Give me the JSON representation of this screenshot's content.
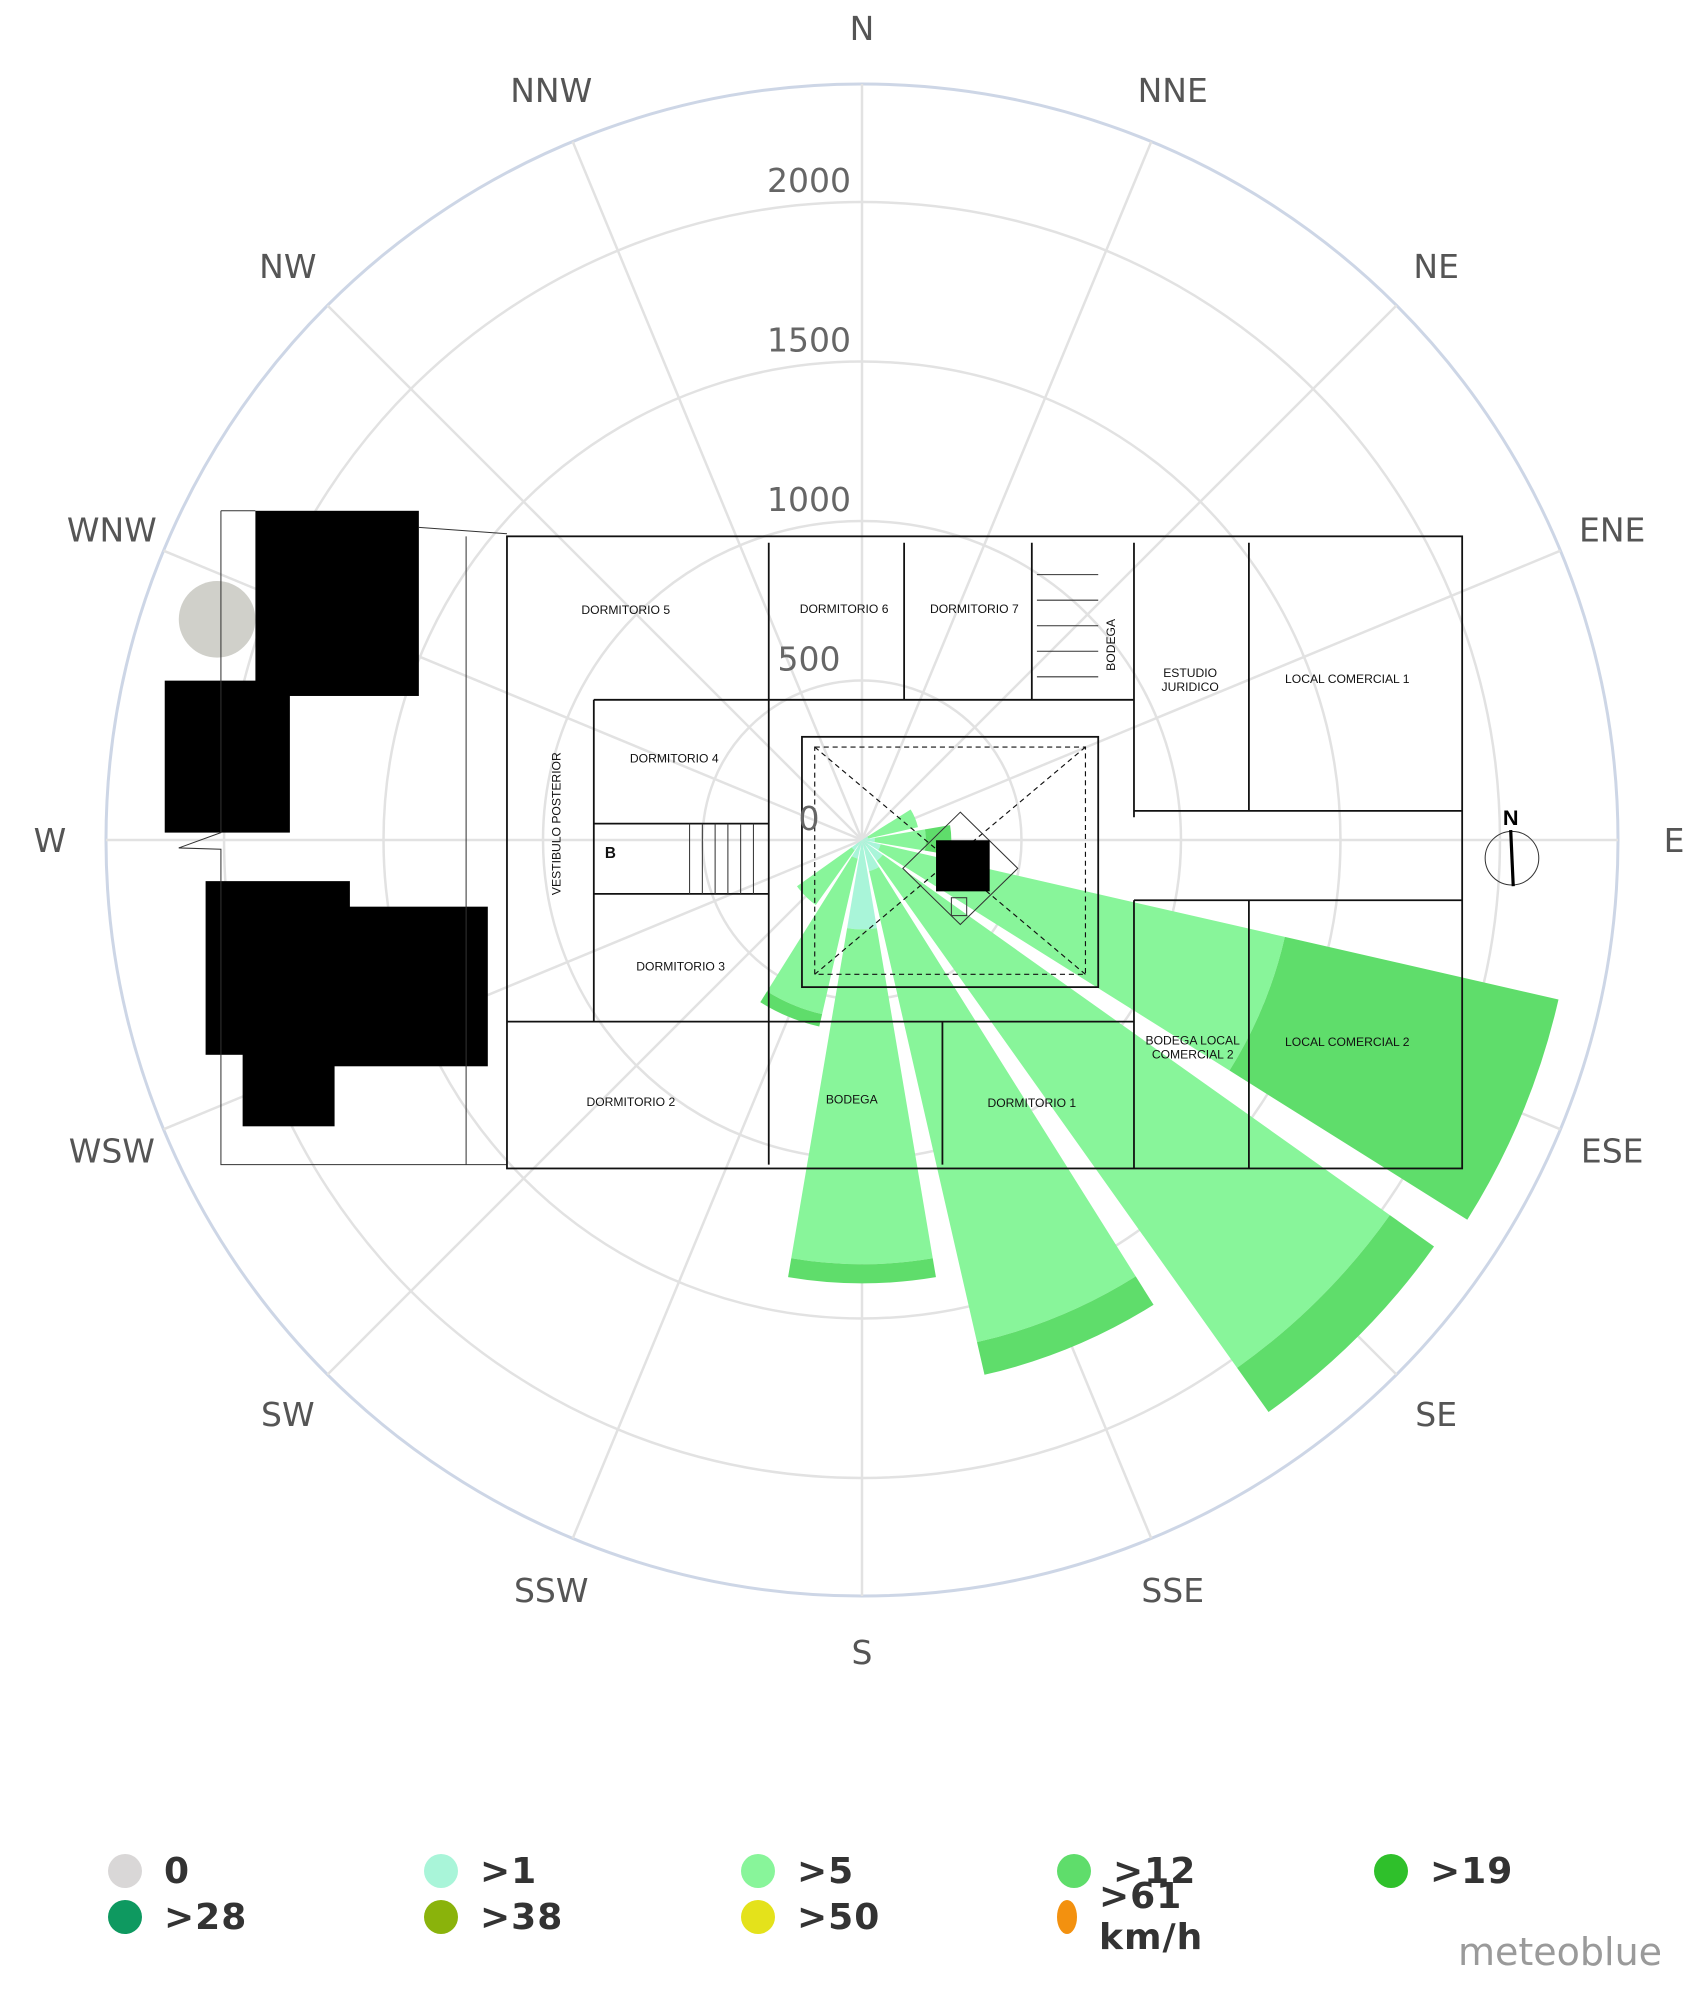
{
  "chart_data": {
    "type": "wind-rose",
    "title": "",
    "directions": [
      "N",
      "NNE",
      "NE",
      "ENE",
      "E",
      "ESE",
      "SE",
      "SSE",
      "S",
      "SSW",
      "SW",
      "WSW",
      "W",
      "WNW",
      "NW",
      "NNW"
    ],
    "radial_ticks": [
      "0",
      "500",
      "1000",
      "1500",
      "2000"
    ],
    "radial_range": [
      0,
      2370
    ],
    "grid": true,
    "unit": "km/h",
    "speed_classes": [
      {
        "label": "0",
        "color": "#d9d7d7"
      },
      {
        "label": ">1",
        "color": "#a9f5d9"
      },
      {
        "label": ">5",
        "color": "#88f59a"
      },
      {
        "label": ">12",
        "color": "#5fdd6b"
      },
      {
        "label": ">19",
        "color": "#2fc02b"
      },
      {
        "label": ">28",
        "color": "#0e9960"
      },
      {
        "label": ">38",
        "color": "#8ab30b"
      },
      {
        "label": ">50",
        "color": "#e4e21b"
      },
      {
        "label": ">61 km/h",
        "color": "#f3910f"
      }
    ],
    "series": [
      {
        "direction": "N",
        "cumulative": [
          0,
          0,
          0
        ]
      },
      {
        "direction": "NNE",
        "cumulative": [
          0,
          0,
          0
        ]
      },
      {
        "direction": "NE",
        "cumulative": [
          0,
          0,
          0
        ]
      },
      {
        "direction": "ENE",
        "cumulative": [
          20,
          180,
          180
        ]
      },
      {
        "direction": "E",
        "cumulative": [
          40,
          200,
          280
        ]
      },
      {
        "direction": "ESE",
        "cumulative": [
          60,
          1360,
          2240
        ]
      },
      {
        "direction": "SE",
        "cumulative": [
          80,
          2030,
          2200
        ]
      },
      {
        "direction": "SSE",
        "cumulative": [
          100,
          1615,
          1720
        ]
      },
      {
        "direction": "S",
        "cumulative": [
          280,
          1330,
          1390
        ]
      },
      {
        "direction": "SSW",
        "cumulative": [
          60,
          560,
          600
        ]
      },
      {
        "direction": "SW",
        "cumulative": [
          40,
          250,
          250
        ]
      },
      {
        "direction": "WSW",
        "cumulative": [
          0,
          0,
          0
        ]
      },
      {
        "direction": "W",
        "cumulative": [
          0,
          0,
          0
        ]
      },
      {
        "direction": "WNW",
        "cumulative": [
          0,
          0,
          0
        ]
      },
      {
        "direction": "NW",
        "cumulative": [
          0,
          0,
          0
        ]
      },
      {
        "direction": "NNW",
        "cumulative": [
          0,
          0,
          0
        ]
      }
    ],
    "series_classes": [
      ">1",
      ">5",
      ">12"
    ]
  },
  "floorplan": {
    "rooms": {
      "dormitorio5": "DORMITORIO 5",
      "dormitorio6": "DORMITORIO 6",
      "dormitorio7": "DORMITORIO 7",
      "bodega_top": "BODEGA",
      "estudio1": "ESTUDIO",
      "estudio2": "JURIDICO",
      "local1": "LOCAL COMERCIAL 1",
      "dormitorio4": "DORMITORIO 4",
      "vestibulo": "VESTIBULO POSTERIOR",
      "b": "B",
      "dormitorio3": "DORMITORIO 3",
      "dormitorio2": "DORMITORIO 2",
      "bodega": "BODEGA",
      "dormitorio1": "DORMITORIO 1",
      "bodega_local1": "BODEGA LOCAL",
      "bodega_local2": "COMERCIAL 2",
      "local2": "LOCAL COMERCIAL 2",
      "north": "N"
    }
  },
  "brand": "meteoblue"
}
